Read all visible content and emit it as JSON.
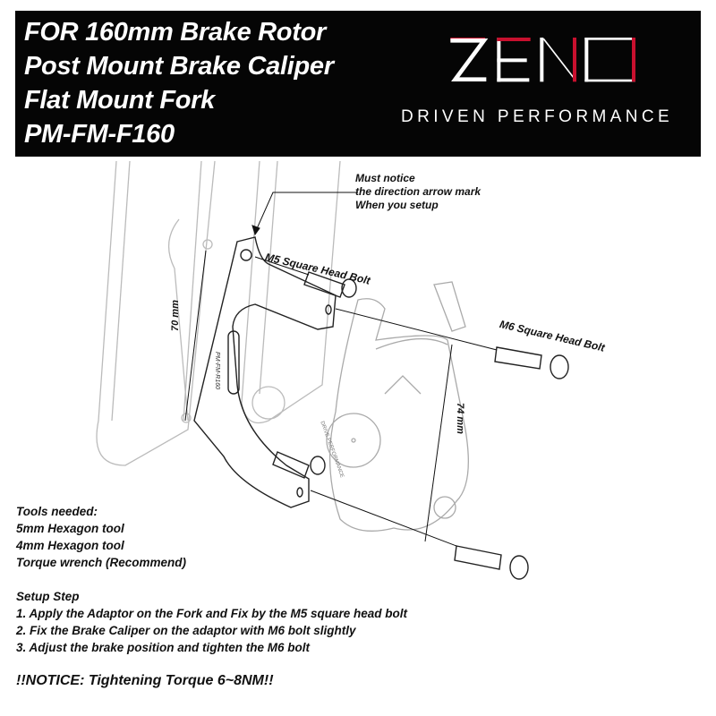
{
  "header": {
    "title_lines": [
      "FOR 160mm Brake Rotor",
      "Post Mount Brake Caliper",
      "Flat Mount Fork",
      "PM-FM-F160"
    ],
    "logo_text": "ZENO",
    "tagline": "DRIVEN PERFORMANCE",
    "accent_color": "#c8102e"
  },
  "diagram": {
    "callout": [
      "Must notice",
      "the direction arrow mark",
      "When you setup"
    ],
    "m5_label": "M5 Square Head Bolt",
    "m6_label": "M6 Square Head Bolt",
    "dim_70": "70 mm",
    "dim_74": "74 mm",
    "adaptor_marking": "PM-FM-R160",
    "caliper_marking": "DRIVE PERFORMANCE"
  },
  "tools": {
    "heading": "Tools needed:",
    "items": [
      "5mm Hexagon tool",
      "4mm Hexagon tool",
      "Torque wrench (Recommend)"
    ]
  },
  "setup": {
    "heading": "Setup Step",
    "steps": [
      "1. Apply the Adaptor on the Fork and Fix by the M5 square head bolt",
      "2. Fix the Brake Caliper on the adaptor with M6 bolt slightly",
      "3. Adjust the brake position and tighten the M6 bolt"
    ]
  },
  "notice": "!!NOTICE: Tightening Torque 6~8NM!!"
}
